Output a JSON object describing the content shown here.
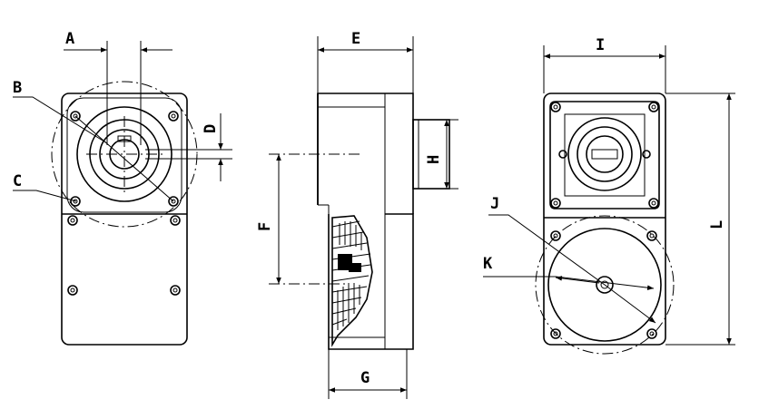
{
  "labels": {
    "A": "A",
    "B": "B",
    "C": "C",
    "D": "D",
    "E": "E",
    "F": "F",
    "G": "G",
    "H": "H",
    "I": "I",
    "J": "J",
    "K": "K",
    "L": "L"
  },
  "colors": {
    "line": "#000000",
    "background": "#ffffff"
  }
}
